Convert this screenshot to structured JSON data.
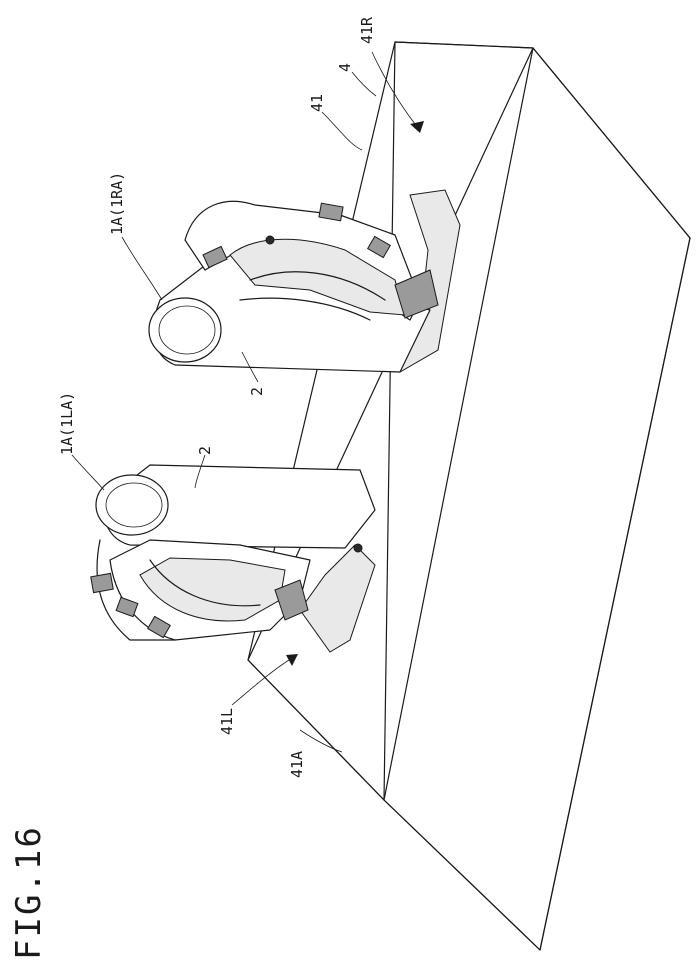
{
  "figure": {
    "title": "FIG.16"
  },
  "labels": {
    "label_41R": "41R",
    "label_4": "4",
    "label_41": "41",
    "label_1A_1RA": "1A(1RA)",
    "label_2_right": "2",
    "label_1A_1LA": "1A(1LA)",
    "label_2_left": "2",
    "label_41L": "41L",
    "label_41A": "41A"
  },
  "colors": {
    "line": "#1a1a1a",
    "background": "#ffffff",
    "shade": "#9a9a9a"
  }
}
